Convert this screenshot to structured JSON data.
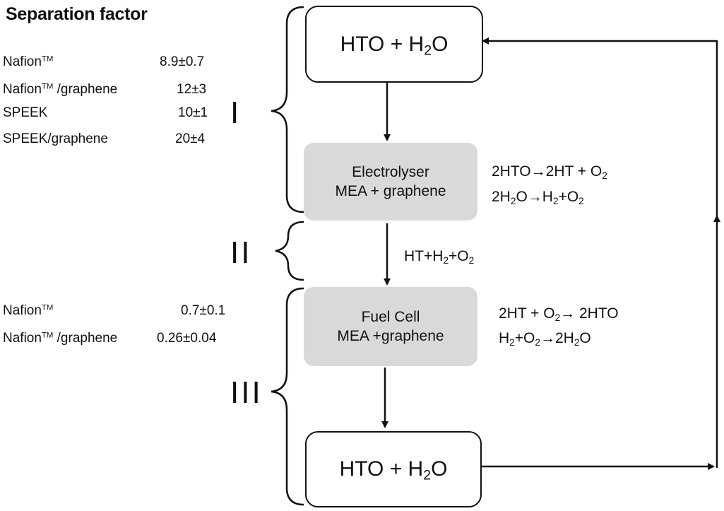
{
  "title": "Separation factor",
  "stage_labels": {
    "stage1": "I",
    "stage2": "II",
    "stage3": "III"
  },
  "table_stage1": [
    {
      "material": "Nafion",
      "material_sup": "TM",
      "material_suffix": "",
      "value": "8.9±0.7"
    },
    {
      "material": "Nafion",
      "material_sup": "TM",
      "material_suffix": " /graphene",
      "value": "12±3"
    },
    {
      "material": "SPEEK",
      "material_sup": "",
      "material_suffix": "",
      "value": "10±1"
    },
    {
      "material": "SPEEK/graphene",
      "material_sup": "",
      "material_suffix": "",
      "value": "20±4"
    }
  ],
  "table_stage3": [
    {
      "material": "Nafion",
      "material_sup": "TM",
      "material_suffix": "",
      "value": "0.7±0.1"
    },
    {
      "material": "Nafion",
      "material_sup": "TM",
      "material_suffix": " /graphene",
      "value": "0.26±0.04"
    }
  ],
  "top_box": {
    "a": "HTO + H",
    "sub": "2",
    "b": "O"
  },
  "electrolyser": {
    "line1": "Electrolyser",
    "line2": "MEA + graphene"
  },
  "fuel_cell": {
    "line1": "Fuel Cell",
    "line2": "MEA +graphene"
  },
  "bottom_box": {
    "a": "HTO + H",
    "sub": "2",
    "b": "O"
  },
  "electrolyser_reactions": {
    "r1": {
      "a": "2HTO",
      "arrow": "→",
      "b": "2HT + O",
      "sub": "2"
    },
    "r2": {
      "a": "2H",
      "sub1": "2",
      "b": "O",
      "arrow": "→",
      "c": "H",
      "sub2": "2",
      "d": "+O",
      "sub3": "2"
    }
  },
  "intermediate": {
    "a": "HT+H",
    "sub1": "2",
    "b": "+O",
    "sub2": "2"
  },
  "fuel_cell_reactions": {
    "r1": {
      "a": "2HT + O",
      "sub": "2",
      "arrow": "→",
      "b": " 2HTO"
    },
    "r2": {
      "a": "H",
      "sub1": "2",
      "b": "+O",
      "sub2": "2",
      "arrow": "→",
      "c": "2H",
      "sub3": "2",
      "d": "O"
    }
  },
  "colors": {
    "ink": "#111111",
    "process_box": "#d9d9d9",
    "background": "#ffffff"
  }
}
